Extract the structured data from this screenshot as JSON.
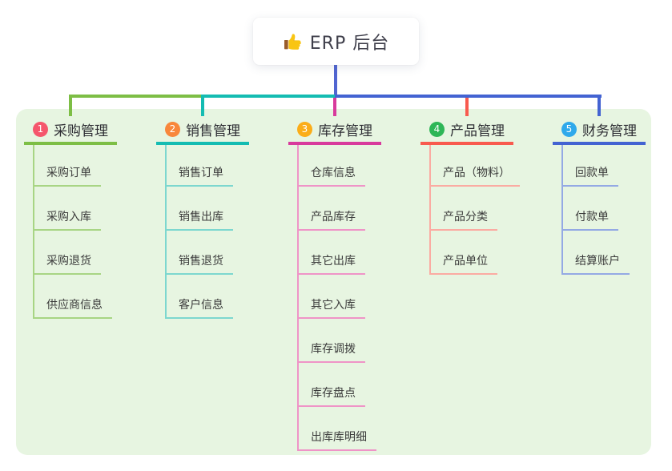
{
  "root": {
    "title": "ERP 后台",
    "icon": "thumbs-up-icon",
    "line_color": "#5165D1",
    "text_color": "#3f3f4b"
  },
  "panel": {
    "background": "#E7F5E1"
  },
  "branches": [
    {
      "num": "1",
      "title": "采购管理",
      "badge_color": "#F5566C",
      "line_color": "#7DBE45",
      "child_line_color": "#A8D584",
      "children": [
        "采购订单",
        "采购入库",
        "采购退货",
        "供应商信息"
      ]
    },
    {
      "num": "2",
      "title": "销售管理",
      "badge_color": "#F8873B",
      "line_color": "#14BCB2",
      "child_line_color": "#7DD7CF",
      "children": [
        "销售订单",
        "销售出库",
        "销售退货",
        "客户信息"
      ]
    },
    {
      "num": "3",
      "title": "库存管理",
      "badge_color": "#FBAD18",
      "line_color": "#D83A9C",
      "child_line_color": "#EF94C7",
      "children": [
        "仓库信息",
        "产品库存",
        "其它出库",
        "其它入库",
        "库存调拨",
        "库存盘点",
        "出库库明细"
      ]
    },
    {
      "num": "4",
      "title": "产品管理",
      "badge_color": "#2EB657",
      "line_color": "#F85A4E",
      "child_line_color": "#FBABA2",
      "children": [
        "产品（物料）",
        "产品分类",
        "产品单位"
      ]
    },
    {
      "num": "5",
      "title": "财务管理",
      "badge_color": "#2FA9EB",
      "line_color": "#4363D2",
      "child_line_color": "#94A9E4",
      "children": [
        "回款单",
        "付款单",
        "结算账户"
      ]
    }
  ]
}
